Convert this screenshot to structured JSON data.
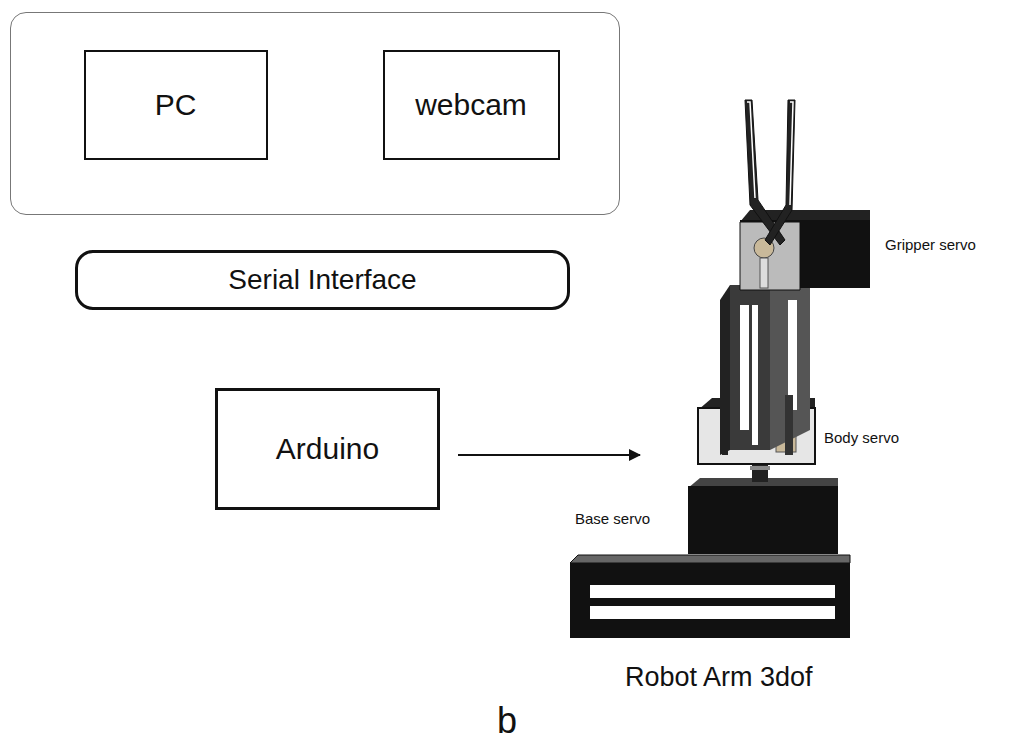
{
  "diagram": {
    "nodes": [
      {
        "text": []
      },
      {
        "text": [
          "PC"
        ],
        "in": 0
      },
      {
        "text": [
          "webcam"
        ],
        "in": 0
      },
      {
        "text": [
          "Serial Interface"
        ]
      },
      {
        "text": [
          "Arduino"
        ]
      }
    ],
    "edges": [
      {
        "from": 2,
        "to": 1,
        "arrow": "to"
      }
    ],
    "labels": [
      "Gripper servo",
      "Body servo",
      "Base servo",
      "Robot Arm 3dof",
      "b"
    ]
  }
}
